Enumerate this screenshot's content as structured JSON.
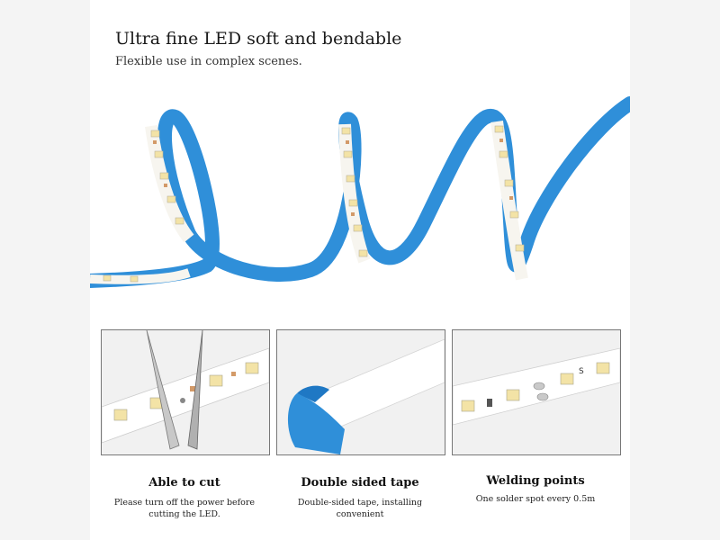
{
  "header": {
    "title": "Ultra fine LED soft and bendable",
    "subtitle": "Flexible use in complex scenes."
  },
  "features": [
    {
      "title": "Able to cut",
      "desc_line1": "Please turn off the power before",
      "desc_line2": "cutting the LED."
    },
    {
      "title": "Double sided tape",
      "desc_line1": "Double-sided tape, installing",
      "desc_line2": "convenient"
    },
    {
      "title": "Welding points",
      "desc_line1": "One solder spot every 0.5m",
      "desc_line2": ""
    }
  ],
  "colors": {
    "tape_blue": "#2f8fd9",
    "strip_white": "#f7f5ef",
    "led_yellow": "#f3e3a6",
    "copper": "#d39a68"
  }
}
